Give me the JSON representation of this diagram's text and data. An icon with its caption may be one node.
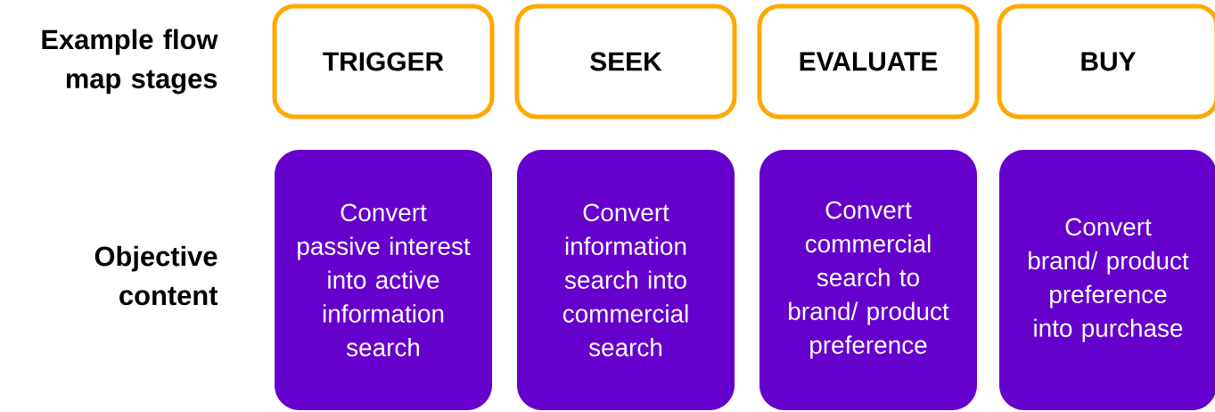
{
  "diagram": {
    "nodes": [
      {
        "text": [
          "TRIGGER"
        ]
      },
      {
        "text": [
          "SEEK"
        ]
      },
      {
        "text": [
          "EVALUATE"
        ]
      },
      {
        "text": [
          "BUY"
        ]
      },
      {
        "text": [
          "Convert passive interest into active information search"
        ]
      },
      {
        "text": [
          "Convert information search into commercial search"
        ]
      },
      {
        "text": [
          "Convert commercial search to brand/ product preference"
        ]
      },
      {
        "text": [
          "Convert brand/ product preference into purchase"
        ]
      }
    ],
    "labels": [
      "Example flow map stages",
      "Objective content"
    ]
  }
}
